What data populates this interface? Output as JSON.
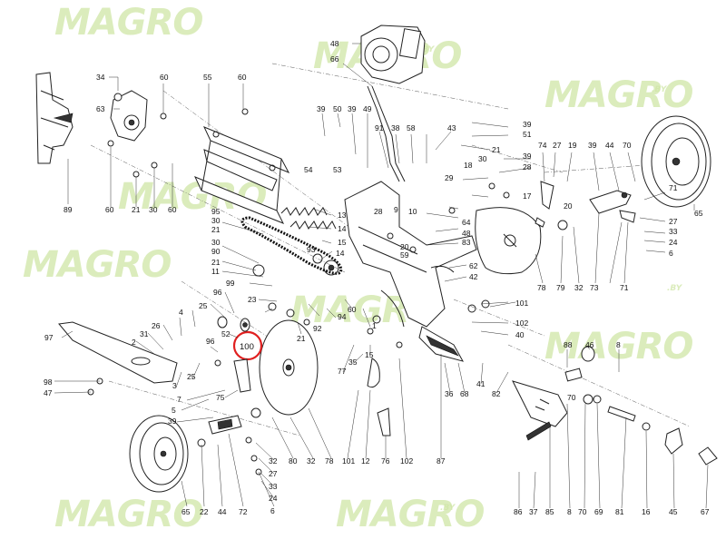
{
  "watermark": {
    "brand": "MAGRO",
    "suffix": ".BY"
  },
  "highlight": {
    "label": "100",
    "color": "#e02020"
  },
  "callouts": [
    {
      "id": "l48",
      "text": "48"
    },
    {
      "id": "l66",
      "text": "66"
    },
    {
      "id": "l34",
      "text": "34"
    },
    {
      "id": "l63",
      "text": "63"
    },
    {
      "id": "l60a",
      "text": "60"
    },
    {
      "id": "l55",
      "text": "55"
    },
    {
      "id": "l60b",
      "text": "60"
    },
    {
      "id": "l60c",
      "text": "60"
    },
    {
      "id": "l21a",
      "text": "21"
    },
    {
      "id": "l30a",
      "text": "30"
    },
    {
      "id": "l60d",
      "text": "60"
    },
    {
      "id": "l89",
      "text": "89"
    },
    {
      "id": "l39a",
      "text": "39"
    },
    {
      "id": "l50",
      "text": "50"
    },
    {
      "id": "l39b",
      "text": "39"
    },
    {
      "id": "l49a",
      "text": "49"
    },
    {
      "id": "l91",
      "text": "91"
    },
    {
      "id": "l38",
      "text": "38"
    },
    {
      "id": "l58",
      "text": "58"
    },
    {
      "id": "l43",
      "text": "43"
    },
    {
      "id": "l39c",
      "text": "39"
    },
    {
      "id": "l51",
      "text": "51"
    },
    {
      "id": "l21b",
      "text": "21"
    },
    {
      "id": "l74",
      "text": "74"
    },
    {
      "id": "l27a",
      "text": "27"
    },
    {
      "id": "l19",
      "text": "19"
    },
    {
      "id": "l39d",
      "text": "39"
    },
    {
      "id": "l44a",
      "text": "44"
    },
    {
      "id": "l70a",
      "text": "70"
    },
    {
      "id": "l30b",
      "text": "30"
    },
    {
      "id": "l18",
      "text": "18"
    },
    {
      "id": "l39e",
      "text": "39"
    },
    {
      "id": "l28a",
      "text": "28"
    },
    {
      "id": "l29",
      "text": "29"
    },
    {
      "id": "l17",
      "text": "17"
    },
    {
      "id": "l20a",
      "text": "20"
    },
    {
      "id": "l54",
      "text": "54"
    },
    {
      "id": "l53",
      "text": "53"
    },
    {
      "id": "l95",
      "text": "95"
    },
    {
      "id": "l30c",
      "text": "30"
    },
    {
      "id": "l21c",
      "text": "21"
    },
    {
      "id": "l30d",
      "text": "30"
    },
    {
      "id": "l90",
      "text": "90"
    },
    {
      "id": "l21d",
      "text": "21"
    },
    {
      "id": "l11",
      "text": "11"
    },
    {
      "id": "l13",
      "text": "13"
    },
    {
      "id": "l14a",
      "text": "14"
    },
    {
      "id": "l15a",
      "text": "15"
    },
    {
      "id": "l28b",
      "text": "28"
    },
    {
      "id": "l9",
      "text": "9"
    },
    {
      "id": "l10",
      "text": "10"
    },
    {
      "id": "l64",
      "text": "64"
    },
    {
      "id": "l48b",
      "text": "48"
    },
    {
      "id": "l83",
      "text": "83"
    },
    {
      "id": "l20b",
      "text": "20"
    },
    {
      "id": "l59",
      "text": "59"
    },
    {
      "id": "l93",
      "text": "93"
    },
    {
      "id": "l14b",
      "text": "14"
    },
    {
      "id": "l62",
      "text": "62"
    },
    {
      "id": "l42",
      "text": "42"
    },
    {
      "id": "l65a",
      "text": "65"
    },
    {
      "id": "l71a",
      "text": "71"
    },
    {
      "id": "l27b",
      "text": "27"
    },
    {
      "id": "l33a",
      "text": "33"
    },
    {
      "id": "l24a",
      "text": "24"
    },
    {
      "id": "l6a",
      "text": "6"
    },
    {
      "id": "l78a",
      "text": "78"
    },
    {
      "id": "l79",
      "text": "79"
    },
    {
      "id": "l32a",
      "text": "32"
    },
    {
      "id": "l73",
      "text": "73"
    },
    {
      "id": "l71b",
      "text": "71"
    },
    {
      "id": "l99",
      "text": "99"
    },
    {
      "id": "l96",
      "text": "96"
    },
    {
      "id": "l23",
      "text": "23"
    },
    {
      "id": "l25a",
      "text": "25"
    },
    {
      "id": "l4",
      "text": "4"
    },
    {
      "id": "l26",
      "text": "26"
    },
    {
      "id": "l31",
      "text": "31"
    },
    {
      "id": "l2",
      "text": "2"
    },
    {
      "id": "l97",
      "text": "97"
    },
    {
      "id": "l92",
      "text": "92"
    },
    {
      "id": "l94",
      "text": "94"
    },
    {
      "id": "l60e",
      "text": "60"
    },
    {
      "id": "l21e",
      "text": "21"
    },
    {
      "id": "l1",
      "text": "1"
    },
    {
      "id": "l101a",
      "text": "101"
    },
    {
      "id": "l102a",
      "text": "102"
    },
    {
      "id": "l40",
      "text": "40"
    },
    {
      "id": "l88",
      "text": "88"
    },
    {
      "id": "l46",
      "text": "46"
    },
    {
      "id": "l8a",
      "text": "8"
    },
    {
      "id": "l52",
      "text": "52"
    },
    {
      "id": "l96b",
      "text": "96"
    },
    {
      "id": "l25b",
      "text": "25"
    },
    {
      "id": "l3",
      "text": "3"
    },
    {
      "id": "l98",
      "text": "98"
    },
    {
      "id": "l47",
      "text": "47"
    },
    {
      "id": "l77",
      "text": "77"
    },
    {
      "id": "l35",
      "text": "35"
    },
    {
      "id": "l15b",
      "text": "15"
    },
    {
      "id": "l36",
      "text": "36"
    },
    {
      "id": "l68",
      "text": "68"
    },
    {
      "id": "l41",
      "text": "41"
    },
    {
      "id": "l82",
      "text": "82"
    },
    {
      "id": "l75",
      "text": "75"
    },
    {
      "id": "l7",
      "text": "7"
    },
    {
      "id": "l5",
      "text": "5"
    },
    {
      "id": "l39f",
      "text": "39"
    },
    {
      "id": "l70b",
      "text": "70"
    },
    {
      "id": "l65b",
      "text": "65"
    },
    {
      "id": "l22",
      "text": "22"
    },
    {
      "id": "l44b",
      "text": "44"
    },
    {
      "id": "l72",
      "text": "72"
    },
    {
      "id": "l32b",
      "text": "32"
    },
    {
      "id": "l27c",
      "text": "27"
    },
    {
      "id": "l33b",
      "text": "33"
    },
    {
      "id": "l24b",
      "text": "24"
    },
    {
      "id": "l6b",
      "text": "6"
    },
    {
      "id": "l80",
      "text": "80"
    },
    {
      "id": "l32c",
      "text": "32"
    },
    {
      "id": "l78b",
      "text": "78"
    },
    {
      "id": "l101b",
      "text": "101"
    },
    {
      "id": "l12",
      "text": "12"
    },
    {
      "id": "l76",
      "text": "76"
    },
    {
      "id": "l102b",
      "text": "102"
    },
    {
      "id": "l87",
      "text": "87"
    },
    {
      "id": "l86",
      "text": "86"
    },
    {
      "id": "l37",
      "text": "37"
    },
    {
      "id": "l85",
      "text": "85"
    },
    {
      "id": "l8b",
      "text": "8"
    },
    {
      "id": "l70c",
      "text": "70"
    },
    {
      "id": "l69",
      "text": "69"
    },
    {
      "id": "l81",
      "text": "81"
    },
    {
      "id": "l16",
      "text": "16"
    },
    {
      "id": "l45",
      "text": "45"
    },
    {
      "id": "l67",
      "text": "67"
    }
  ]
}
